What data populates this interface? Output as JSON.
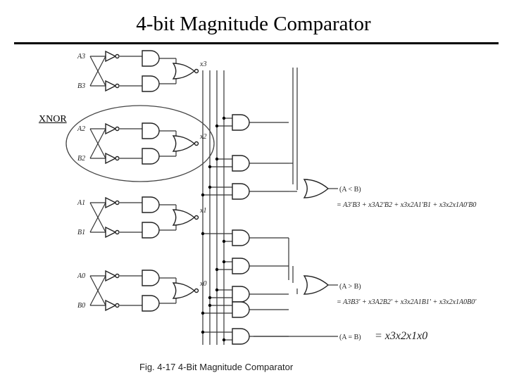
{
  "title": "4-bit Magnitude Comparator",
  "callout_label": "XNOR",
  "inputs": [
    {
      "a": "A3",
      "b": "B3",
      "x": "x3"
    },
    {
      "a": "A2",
      "b": "B2",
      "x": "x2"
    },
    {
      "a": "A1",
      "b": "B1",
      "x": "x1"
    },
    {
      "a": "A0",
      "b": "B0",
      "x": "x0"
    }
  ],
  "outputs": {
    "lt_label": "(A < B)",
    "lt_expr": "= A3'B3 + x3A2'B2 + x3x2A1'B1 + x3x2x1A0'B0",
    "gt_label": "(A > B)",
    "gt_expr": "= A3B3' + x3A2B2' + x3x2A1B1' + x3x2x1A0B0'",
    "eq_label": "(A = B)",
    "eq_expr": "= x3x2x1x0"
  },
  "caption": "Fig. 4-17  4-Bit Magnitude Comparator",
  "colors": {
    "ink": "#000000",
    "wire": "#333333",
    "callout": "#444444"
  }
}
